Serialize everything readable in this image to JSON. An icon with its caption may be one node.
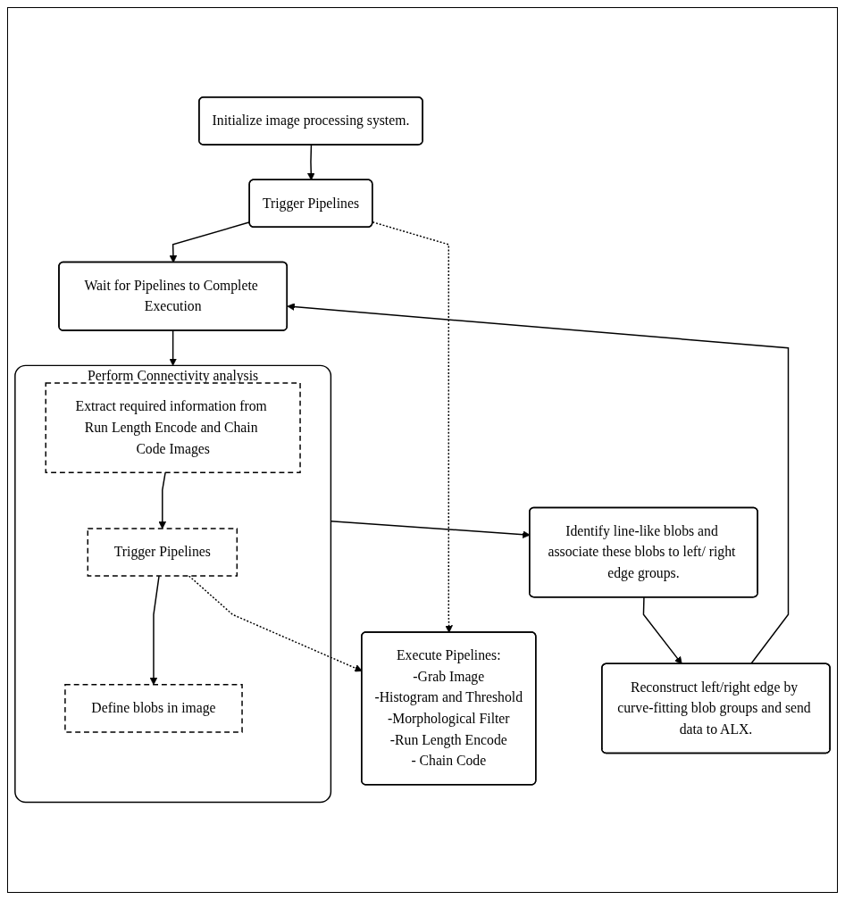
{
  "diagram": {
    "nodes": [
      {
        "text": [
          "Initialize image processing system."
        ]
      },
      {
        "text": [
          "Trigger Pipelines"
        ]
      },
      {
        "text": [
          "Wait for Pipelines to Complete Execution"
        ]
      },
      {
        "text": [
          "Perform Connectivity analysis"
        ]
      },
      {
        "text": [
          "Extract required information from Run Length Encode and Chain Code Images"
        ],
        "in": 3
      },
      {
        "text": [
          "Trigger Pipelines"
        ],
        "in": 3
      },
      {
        "text": [
          "Define blobs in image"
        ],
        "in": 3
      },
      {
        "text": [
          "Execute Pipelines:",
          "-Grab Image",
          "-Histogram and Threshold",
          "-Morphological Filter",
          "-Run Length Encode",
          "- Chain Code"
        ]
      },
      {
        "text": [
          "Identify line-like blobs and associate these blobs to left/ right edge groups."
        ]
      },
      {
        "text": [
          "Reconstruct left/right edge by curve-fitting blob groups and send data to ALX."
        ]
      }
    ],
    "edges": [
      {
        "from": 0,
        "to": 1,
        "arrow": "to"
      },
      {
        "from": 1,
        "to": 2,
        "arrow": "to"
      },
      {
        "from": 1,
        "to": 7,
        "arrow": "to",
        "style": "dashed"
      },
      {
        "from": 2,
        "to": 3,
        "arrow": "to"
      },
      {
        "from": 4,
        "to": 5,
        "arrow": "to"
      },
      {
        "from": 5,
        "to": 6,
        "arrow": "to"
      },
      {
        "from": 5,
        "to": 7,
        "arrow": "to",
        "style": "dashed"
      },
      {
        "from": 3,
        "to": 8,
        "arrow": "to"
      },
      {
        "from": 8,
        "to": 9,
        "arrow": "to"
      },
      {
        "from": 9,
        "to": 2,
        "arrow": "to"
      }
    ]
  }
}
